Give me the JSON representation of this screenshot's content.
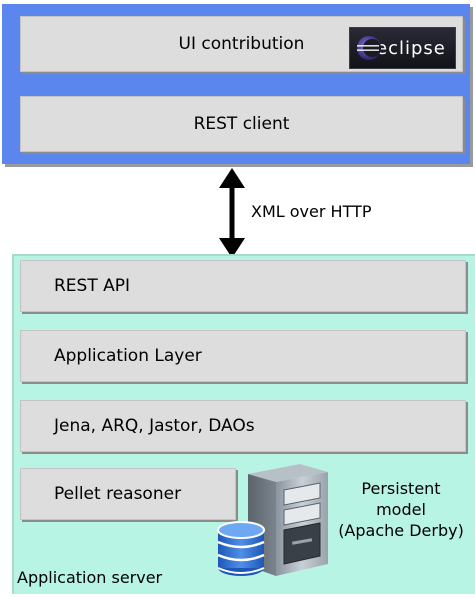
{
  "client": {
    "ui_contribution": "UI contribution",
    "rest_client": "REST client",
    "logo_text": "eclipse"
  },
  "connection": {
    "label": "XML over HTTP"
  },
  "server": {
    "rest_api": "REST API",
    "application_layer": "Application Layer",
    "jena_layer": "Jena, ARQ, Jastor, DAOs",
    "pellet_reasoner": "Pellet reasoner",
    "persistent_model_line1": "Persistent",
    "persistent_model_line2": "model",
    "persistent_model_line3": "(Apache Derby)",
    "container_label": "Application server"
  },
  "colors": {
    "client_panel": "#5b86ee",
    "server_panel": "#b8f4e3",
    "layer_box": "#dddddd"
  },
  "icons": {
    "logo": "eclipse-logo-icon",
    "arrow": "double-headed-arrow-icon",
    "server": "database-server-icon"
  }
}
